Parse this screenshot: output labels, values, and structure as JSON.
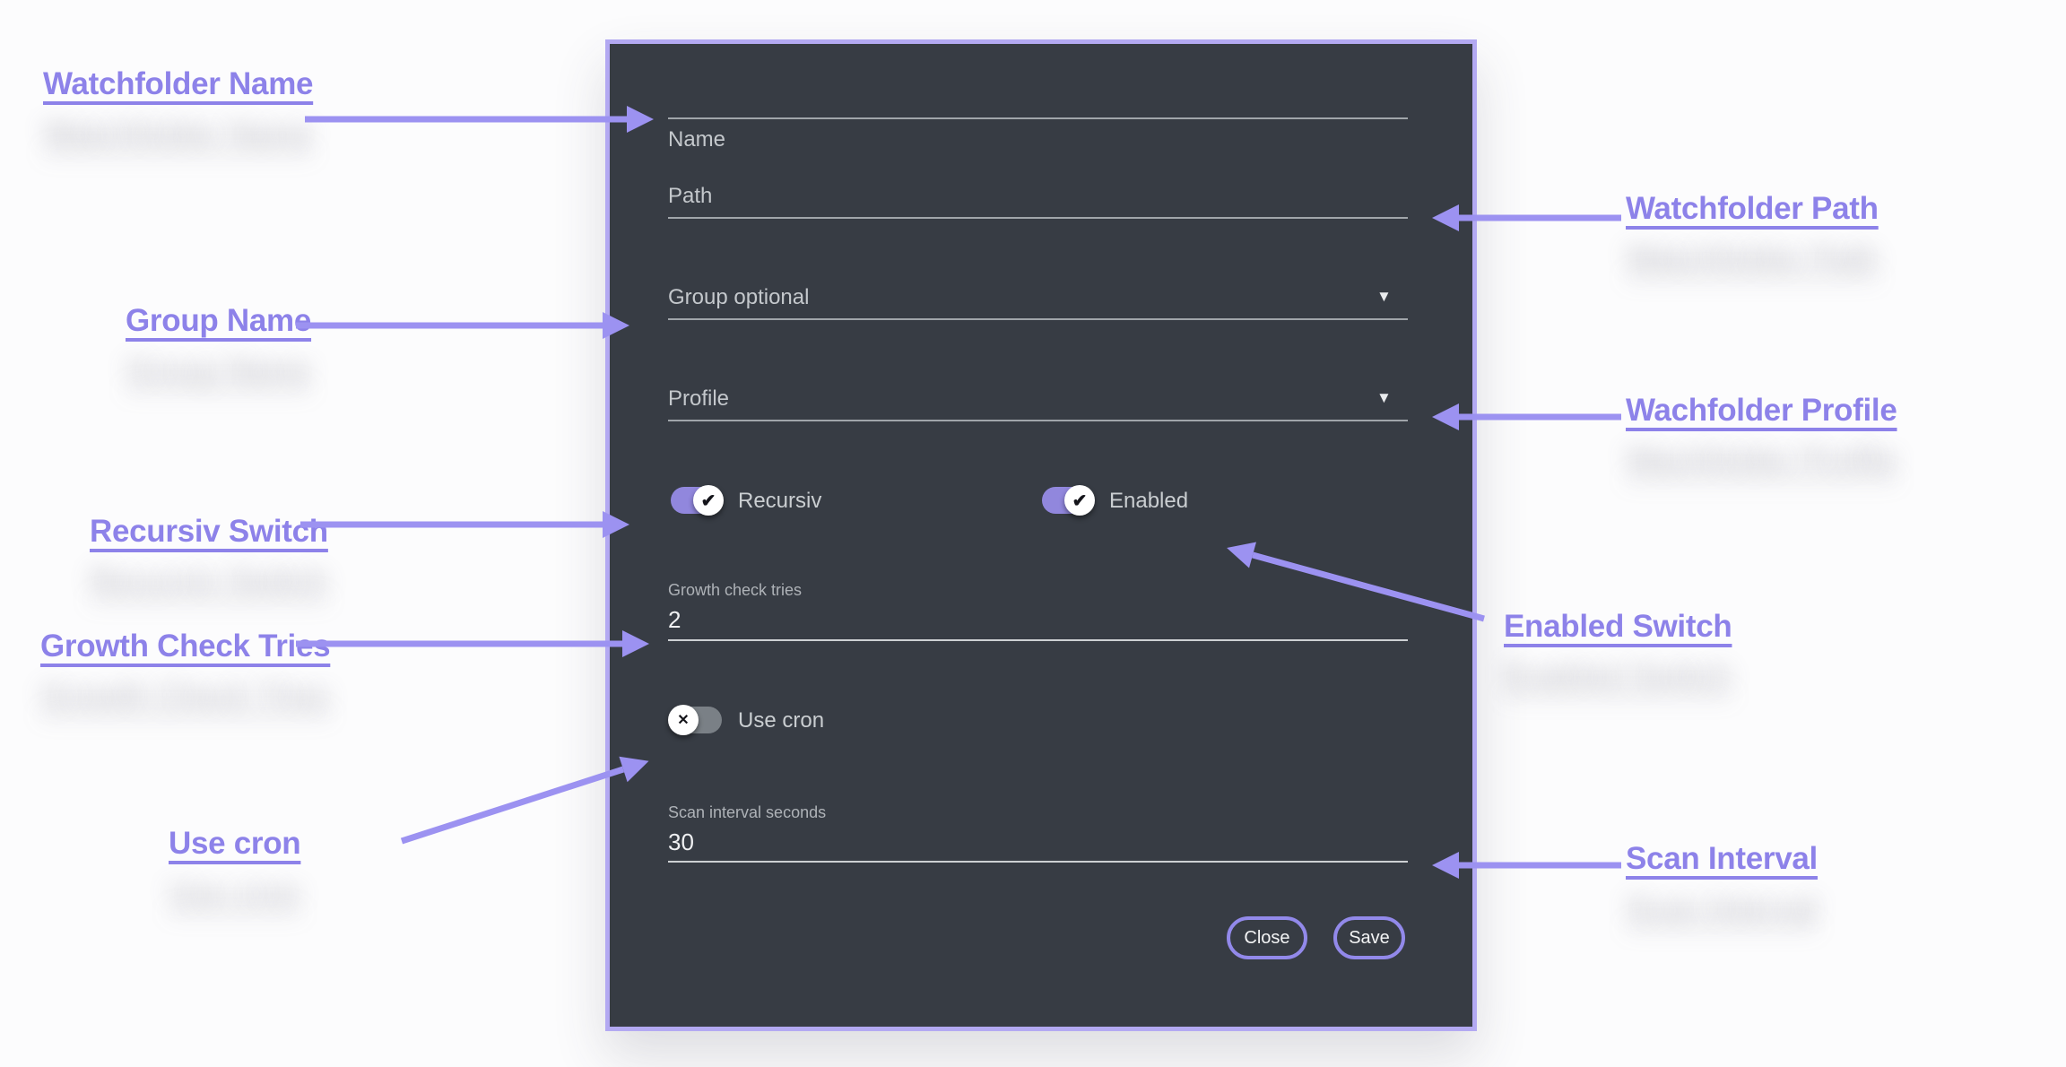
{
  "colors": {
    "dialog_background": "#373c44",
    "dialog_border": "#b3a9f2",
    "annotation_purple": "#8d82e9",
    "arrow_purple": "#9c92f1",
    "toggle_on": "#9187dd",
    "toggle_off": "#7a8086"
  },
  "glyphs": {
    "caret_down": "▼",
    "check": "✔",
    "cross": "✕"
  },
  "dialog": {
    "fields": {
      "name": {
        "label": "Name",
        "value": ""
      },
      "path": {
        "label": "Path",
        "value": ""
      },
      "group": {
        "label": "Group optional"
      },
      "profile": {
        "label": "Profile"
      },
      "recursiv": {
        "label": "Recursiv",
        "state": "on"
      },
      "enabled": {
        "label": "Enabled",
        "state": "on"
      },
      "growth_check_tries": {
        "label": "Growth check tries",
        "value": "2"
      },
      "use_cron": {
        "label": "Use cron",
        "state": "off"
      },
      "scan_interval": {
        "label": "Scan interval seconds",
        "value": "30"
      }
    },
    "buttons": {
      "close": "Close",
      "save": "Save"
    }
  },
  "annotations": {
    "watchfolder_name": "Watchfolder Name",
    "watchfolder_path": "Watchfolder Path",
    "group_name": "Group Name",
    "wachfolder_profile": "Wachfolder Profile",
    "recursiv_switch": "Recursiv Switch",
    "enabled_switch": "Enabled Switch",
    "growth_check_tries": "Growth Check Tries",
    "use_cron": "Use cron",
    "scan_interval": "Scan Interval"
  }
}
